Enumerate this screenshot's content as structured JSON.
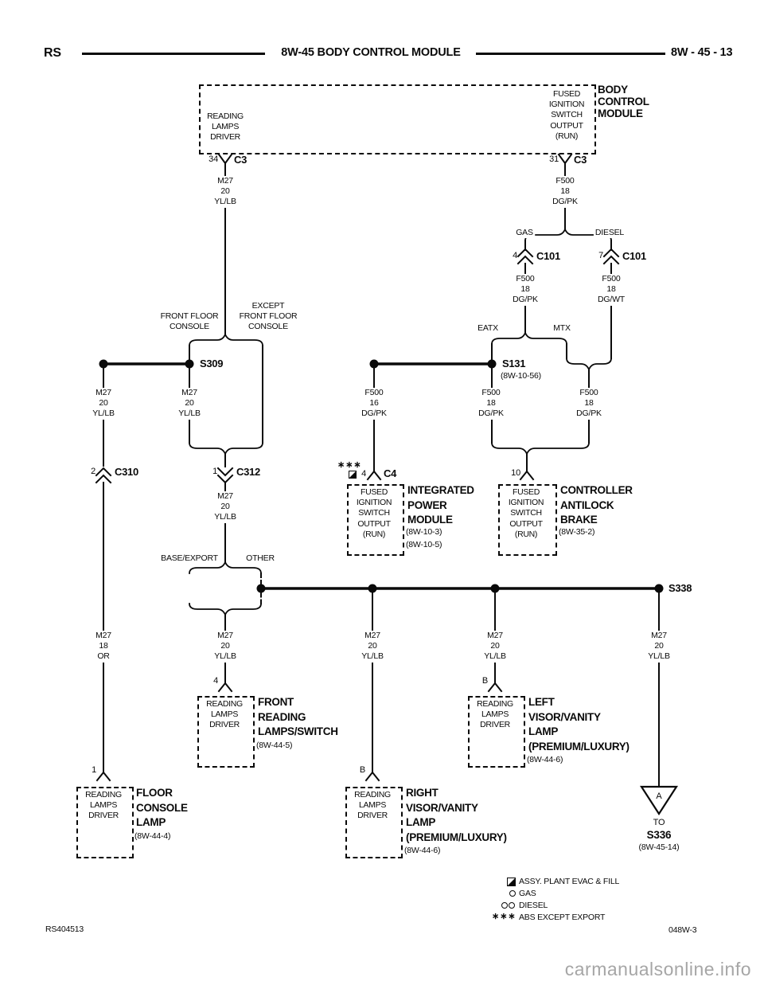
{
  "header": {
    "model": "RS",
    "title": "8W-45 BODY CONTROL MODULE",
    "page": "8W - 45 - 13"
  },
  "bcm": {
    "title": "BODY\nCONTROL\nMODULE",
    "pin_left_label": "READING\nLAMPS\nDRIVER",
    "pin_right_label": "FUSED\nIGNITION\nSWITCH\nOUTPUT\n(RUN)",
    "pin_left_num": "34",
    "pin_left_conn": "C3",
    "pin_right_num": "31",
    "pin_right_conn": "C3"
  },
  "wire_labels": {
    "bcm_left": "M27\n20\nYL/LB",
    "bcm_right": "F500\n18\nDG/PK",
    "gas_out": "F500\n18\nDG/PK",
    "diesel_out": "F500\n18\nDG/WT",
    "s309_in": "M27\n20\nYL/LB",
    "s309_out": "M27\n20\nYL/LB",
    "ipm_in": "F500\n16\nDG/PK",
    "s131_out": "F500\n18\nDG/PK",
    "mtx_diesel": "F500\n18\nDG/PK",
    "c312_out": "M27\n20\nYL/LB",
    "floor_console_in": "M27\n18\nOR",
    "front_reading_in": "M27\n20\nYL/LB",
    "right_visor_in": "M27\n20\nYL/LB",
    "left_visor_in": "M27\n20\nYL/LB",
    "s338_out": "M27\n20\nYL/LB"
  },
  "branches": {
    "front_floor": "FRONT FLOOR\nCONSOLE",
    "except_front_floor": "EXCEPT\nFRONT FLOOR\nCONSOLE",
    "gas": "GAS",
    "diesel": "DIESEL",
    "eatx": "EATX",
    "mtx": "MTX",
    "base_export": "BASE/EXPORT",
    "other": "OTHER"
  },
  "connectors": {
    "c310_num": "2",
    "c310": "C310",
    "c312_num": "1",
    "c312": "C312",
    "c101_gas_num": "4",
    "c101_gas": "C101",
    "c101_diesel_num": "7",
    "c101_diesel": "C101",
    "c4_num": "4",
    "c4": "C4",
    "c4_marks": "∗∗∗",
    "abs_pin": "10",
    "front_reading_pin": "4",
    "left_visor_pin": "B",
    "right_visor_pin": "B",
    "floor_console_pin": "1"
  },
  "splices": {
    "s309": "S309",
    "s131": "S131",
    "s131_ref": "(8W-10-56)",
    "s338": "S338"
  },
  "offpage": {
    "letter": "A",
    "to": "TO",
    "name": "S336",
    "ref": "(8W-45-14)"
  },
  "components": {
    "ipm": {
      "pin_label": "FUSED\nIGNITION\nSWITCH\nOUTPUT\n(RUN)",
      "title": "INTEGRATED\nPOWER\nMODULE",
      "refs": "(8W-10-3)\n(8W-10-5)"
    },
    "abs": {
      "pin_label": "FUSED\nIGNITION\nSWITCH\nOUTPUT\n(RUN)",
      "title": "CONTROLLER\nANTILOCK\nBRAKE",
      "refs": "(8W-35-2)"
    },
    "front_reading": {
      "pin_label": "READING\nLAMPS\nDRIVER",
      "title": "FRONT\nREADING\nLAMPS/SWITCH",
      "refs": "(8W-44-5)"
    },
    "left_visor": {
      "pin_label": "READING\nLAMPS\nDRIVER",
      "title": "LEFT\nVISOR/VANITY\nLAMP\n(PREMIUM/LUXURY)",
      "refs": "(8W-44-6)"
    },
    "right_visor": {
      "pin_label": "READING\nLAMPS\nDRIVER",
      "title": "RIGHT\nVISOR/VANITY\nLAMP\n(PREMIUM/LUXURY)",
      "refs": "(8W-44-6)"
    },
    "floor_console": {
      "pin_label": "READING\nLAMPS\nDRIVER",
      "title": "FLOOR\nCONSOLE\nLAMP",
      "refs": "(8W-44-4)"
    }
  },
  "legend": {
    "evac": "ASSY. PLANT EVAC & FILL",
    "gas": "GAS",
    "diesel": "DIESEL",
    "abs_symbol": "∗∗∗",
    "abs": "ABS EXCEPT EXPORT"
  },
  "footer": {
    "doc": "RS404513",
    "sheet": "048W-3",
    "watermark": "carmanualsonline.info"
  }
}
